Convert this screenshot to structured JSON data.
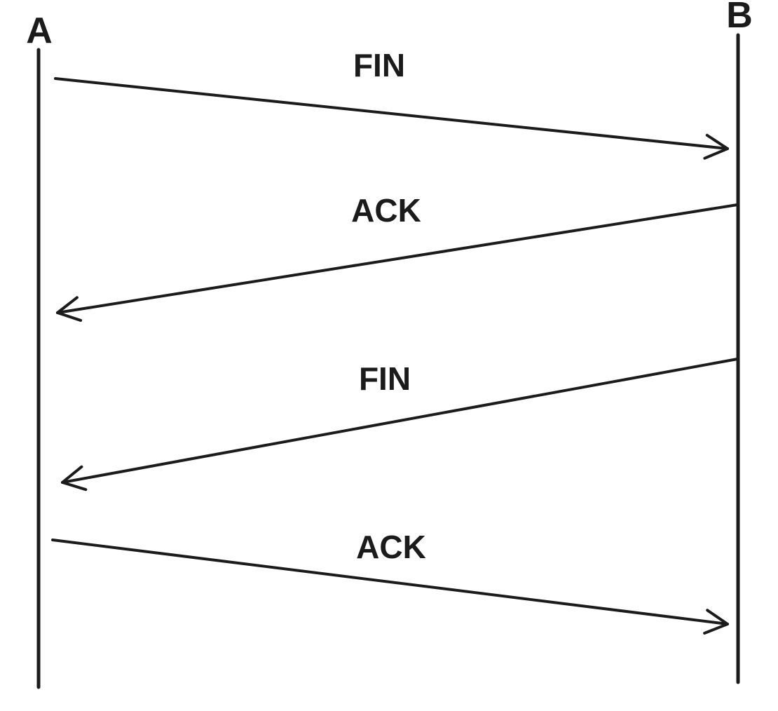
{
  "diagram": {
    "type": "sequence-diagram",
    "description": "TCP connection termination handshake between two hosts",
    "actors": {
      "left": "A",
      "right": "B"
    },
    "messages": [
      {
        "label": "FIN",
        "from": "A",
        "to": "B",
        "direction": "right"
      },
      {
        "label": "ACK",
        "from": "B",
        "to": "A",
        "direction": "left"
      },
      {
        "label": "FIN",
        "from": "B",
        "to": "A",
        "direction": "left"
      },
      {
        "label": "ACK",
        "from": "A",
        "to": "B",
        "direction": "right"
      }
    ],
    "colors": {
      "ink": "#1b1b1b",
      "background": "#ffffff"
    }
  }
}
